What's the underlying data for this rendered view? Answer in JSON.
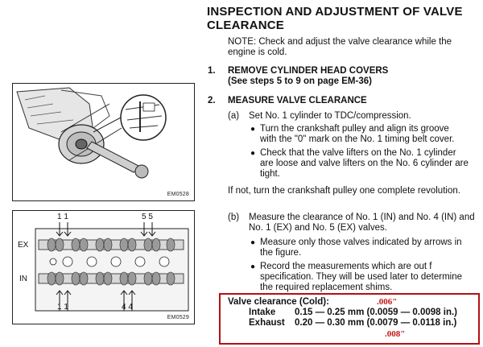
{
  "title": {
    "line1": "INSPECTION AND ADJUSTMENT OF VALVE",
    "line2": "CLEARANCE"
  },
  "note": {
    "line1": "NOTE:  Check and adjust the valve clearance while the",
    "line2": "engine is cold."
  },
  "step1": {
    "number": "1.",
    "heading": "REMOVE CYLINDER HEAD COVERS",
    "subheading": "(See steps 5 to 9 on page EM-36)"
  },
  "step2": {
    "number": "2.",
    "heading": "MEASURE VALVE CLEARANCE",
    "a": {
      "label": "(a)",
      "text": "Set No. 1 cylinder to TDC/compression.",
      "bullets": [
        [
          "Turn the crankshaft pulley and align its groove",
          "with the \"0\" mark on the No. 1 timing belt cover."
        ],
        [
          "Check that the valve lifters on the No. 1 cylinder",
          "are loose and valve lifters on the No. 6 cylinder are",
          "tight."
        ]
      ]
    },
    "ifnot": "If not, turn the crankshaft pulley one complete revolution.",
    "b": {
      "label": "(b)",
      "line1": "Measure the clearance of No. 1 (IN) and No. 4 (IN) and",
      "line2": "No. 1 (EX) and No. 5 (EX) valves.",
      "bullets": [
        [
          "Measure only those valves indicated by arrows in",
          "the figure."
        ],
        [
          "Record the measurements which are out  f",
          "specification. They will be used later to determine",
          "the required replacement shims."
        ]
      ]
    }
  },
  "spec": {
    "heading": "Valve clearance (Cold):",
    "intake_label": "Intake",
    "intake_value": "0.15 — 0.25 mm (0.0059 — 0.0098 in.)",
    "exhaust_label": "Exhaust",
    "exhaust_value": "0.20 — 0.30 mm (0.0079 — 0.0118 in.)",
    "note_top": ".006\"",
    "note_bottom": ".008\""
  },
  "figure1": {
    "code": "EM0528"
  },
  "figure2": {
    "code": "EM0529",
    "ex_label": "EX",
    "in_label": "IN",
    "top_left_numbers": "1 1",
    "top_right_numbers": "5 5",
    "bottom_left_numbers": "1 1",
    "bottom_right_numbers": "4 4"
  },
  "colors": {
    "highlight_box": "#b21111",
    "handwritten_note": "#c31616"
  }
}
